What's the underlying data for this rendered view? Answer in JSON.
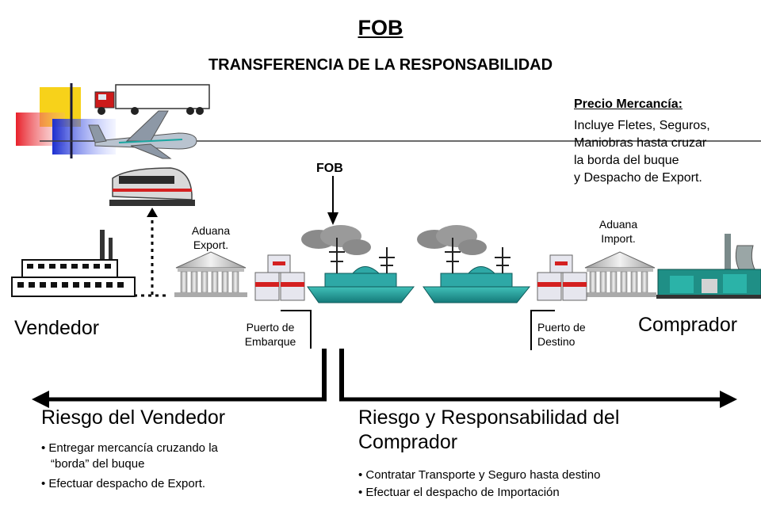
{
  "header": {
    "title": "FOB",
    "subtitle": "TRANSFERENCIA DE LA RESPONSABILIDAD"
  },
  "price_note": {
    "heading": "Precio Mercancía:",
    "lines": [
      "Incluye Fletes, Seguros,",
      "Maniobras hasta cruzar",
      "la borda del buque",
      "y Despacho de Export."
    ]
  },
  "transfer_point": {
    "label": "FOB"
  },
  "nodes": {
    "aduana_export": [
      "Aduana",
      "Export."
    ],
    "aduana_import": [
      "Aduana",
      "Import."
    ],
    "puerto_embarque": [
      "Puerto de",
      "Embarque"
    ],
    "puerto_destino": [
      "Puerto de",
      "Destino"
    ],
    "vendedor": "Vendedor",
    "comprador": "Comprador"
  },
  "seller_risk": {
    "heading": "Riesgo del Vendedor",
    "bullets": [
      "Entregar mercancía cruzando la",
      "“borda” del buque",
      "Efectuar despacho de Export."
    ]
  },
  "buyer_risk": {
    "heading_lines": [
      "Riesgo y Responsabilidad del",
      "Comprador"
    ],
    "bullets": [
      "Contratar Transporte y Seguro hasta destino",
      "Efectuar el despacho de Importación"
    ]
  },
  "icons": [
    "truck-icon",
    "airplane-icon",
    "train-icon",
    "factory-icon",
    "customs-building-icon",
    "cargo-boxes-icon",
    "ship-icon",
    "industrial-plant-icon"
  ]
}
